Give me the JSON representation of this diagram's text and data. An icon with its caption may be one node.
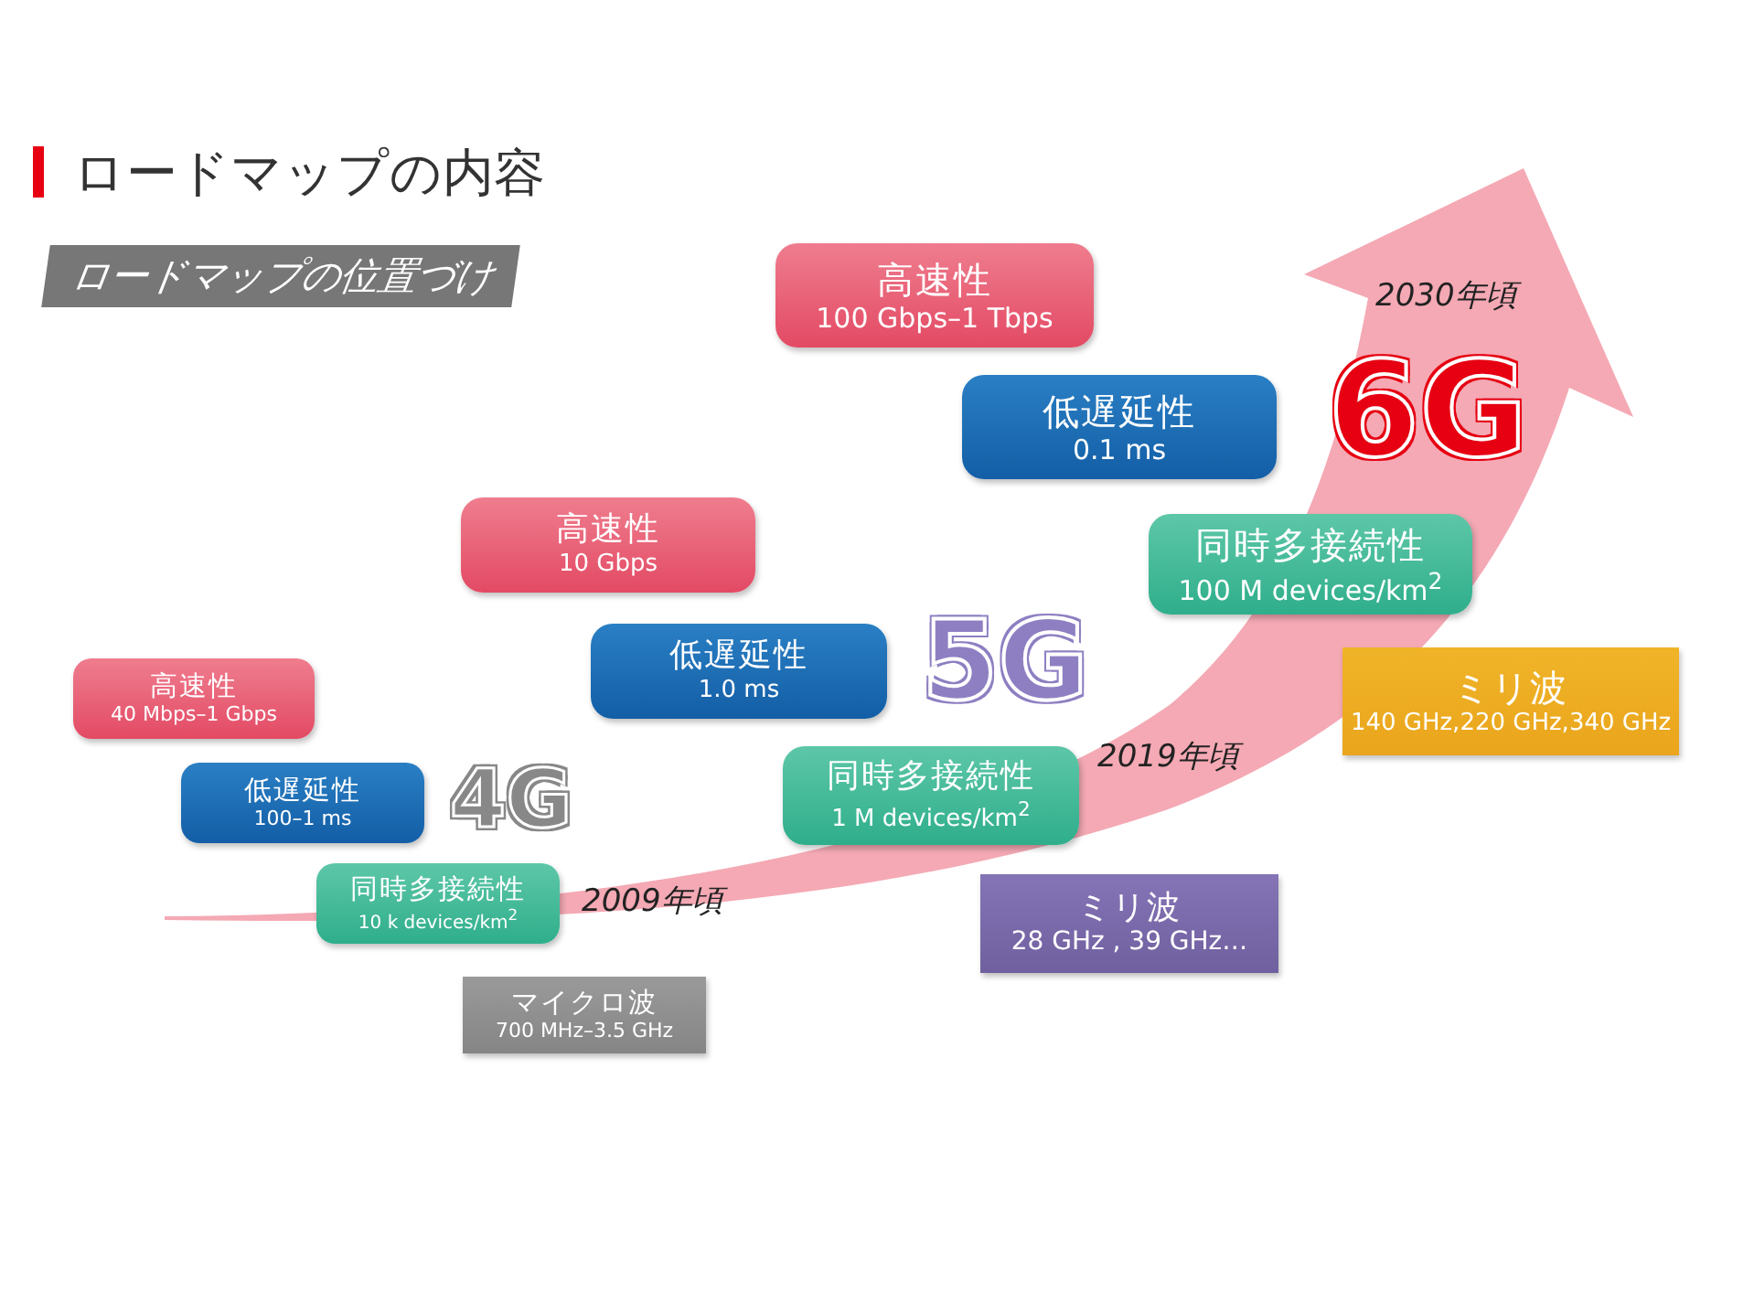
{
  "diagram": {
    "title": "ロードマップの内容",
    "nodes": [
      {
        "text": [
          "高速性",
          "100 Gbps–1 Tbps"
        ]
      },
      {
        "text": [
          "低遅延性",
          "0.1 ms"
        ]
      },
      {
        "text": [
          "同時多接続性",
          "100 M devices/km$^{2}$"
        ]
      },
      {
        "text": [
          "高速性",
          "10 Gbps"
        ]
      },
      {
        "text": [
          "低遅延性",
          "1.0 ms"
        ]
      },
      {
        "text": [
          "高速性",
          "40 Mbps–1 Gbps"
        ]
      },
      {
        "text": [
          "ミリ波",
          "140 GHz,220 GHz,340 GHz"
        ]
      },
      {
        "text": [
          "同時多接続性",
          "1 M devices/km$^{2}$"
        ]
      },
      {
        "text": [
          "低遅延性",
          "100–1 ms"
        ]
      },
      {
        "text": [
          "同時多接続性",
          "10 k devices/km$^{2}$"
        ]
      },
      {
        "text": [
          "ミリ波",
          "28 GHz , 39 GHz…"
        ]
      },
      {
        "text": [
          "マイクロ波",
          "700 MHz–3.5 GHz"
        ]
      }
    ],
    "labels": [
      "ロードマップの位置づけ",
      "2030年頃",
      "6G",
      "5G",
      "2019年頃",
      "4G",
      "2009年頃"
    ]
  }
}
